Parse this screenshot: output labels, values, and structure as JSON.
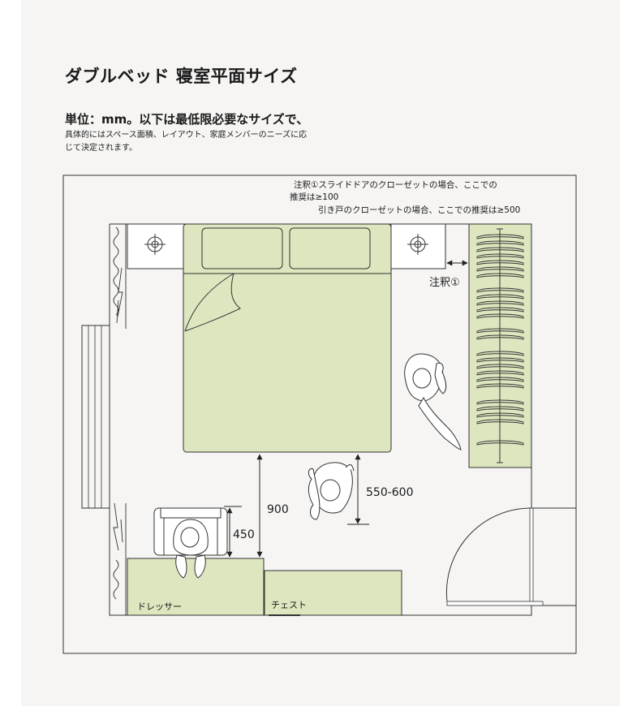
{
  "title": "ダブルベッド 寝室平面サイズ",
  "subtitle": {
    "line1": "単位：mm。以下は最低限必要なサイズで、",
    "line2": "具体的にはスペース面積、レイアウト、家庭メンバーのニーズに応",
    "line3": "じて決定されます。"
  },
  "notes": {
    "note_line1": "注釈①スライドドアのクローゼットの場合、ここでの",
    "note_line2": "推奨は≥100",
    "note_line3": "引き戸のクローゼットの場合、ここでの推奨は≥500",
    "marker": "注釈①"
  },
  "dimensions": {
    "bed_to_dresser": "900",
    "bed_to_wall": "550-600",
    "chair_depth": "450"
  },
  "furniture_labels": {
    "dresser": "ドレッサー",
    "chest": "チェスト"
  },
  "colors": {
    "furniture_fill": "#dde6bf",
    "line": "#333333",
    "background": "#f6f5f4"
  }
}
